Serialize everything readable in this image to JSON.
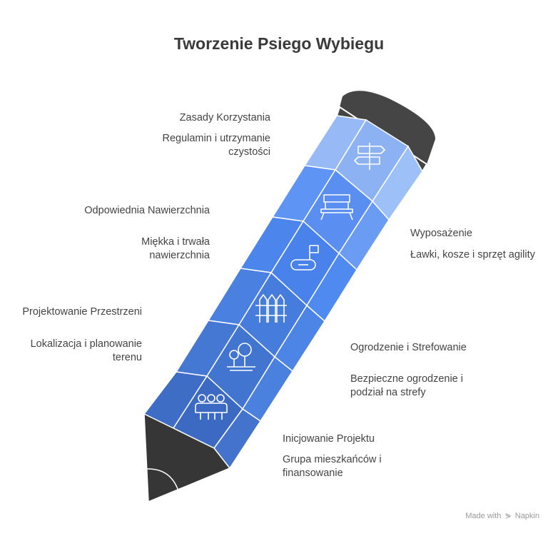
{
  "title": "Tworzenie Psiego Wybiegu",
  "steps": [
    {
      "heading": "Zasady Korzystania",
      "text": "Regulamin i utrzymanie czystości",
      "icon": "signpost-icon"
    },
    {
      "heading": "Wyposażenie",
      "text": "Ławki, kosze i sprzęt agility",
      "icon": "bench-icon"
    },
    {
      "heading": "Odpowiednia Nawierzchnia",
      "text": "Miękka i trwała nawierzchnia",
      "icon": "playground-icon"
    },
    {
      "heading": "Ogrodzenie i Strefowanie",
      "text": "Bezpieczne ogrodzenie i podział na strefy",
      "icon": "fence-icon"
    },
    {
      "heading": "Projektowanie Przestrzeni",
      "text": "Lokalizacja i planowanie terenu",
      "icon": "trees-icon"
    },
    {
      "heading": "Inicjowanie Projektu",
      "text": "Grupa mieszkańców i finansowanie",
      "icon": "people-group-icon"
    }
  ],
  "footer": {
    "prefix": "Made with",
    "brand": "Napkin"
  },
  "colors": {
    "eraser": "#454545",
    "tip": "#363636",
    "ferrule": "#ffffff",
    "seg_light": "#8fb5f5",
    "seg_mid_light": "#5b91f2",
    "seg_mid": "#4a84eb",
    "seg_mid_dark": "#4a7ede",
    "seg_dark": "#4273cc",
    "seg_darkest": "#3c69c2"
  }
}
